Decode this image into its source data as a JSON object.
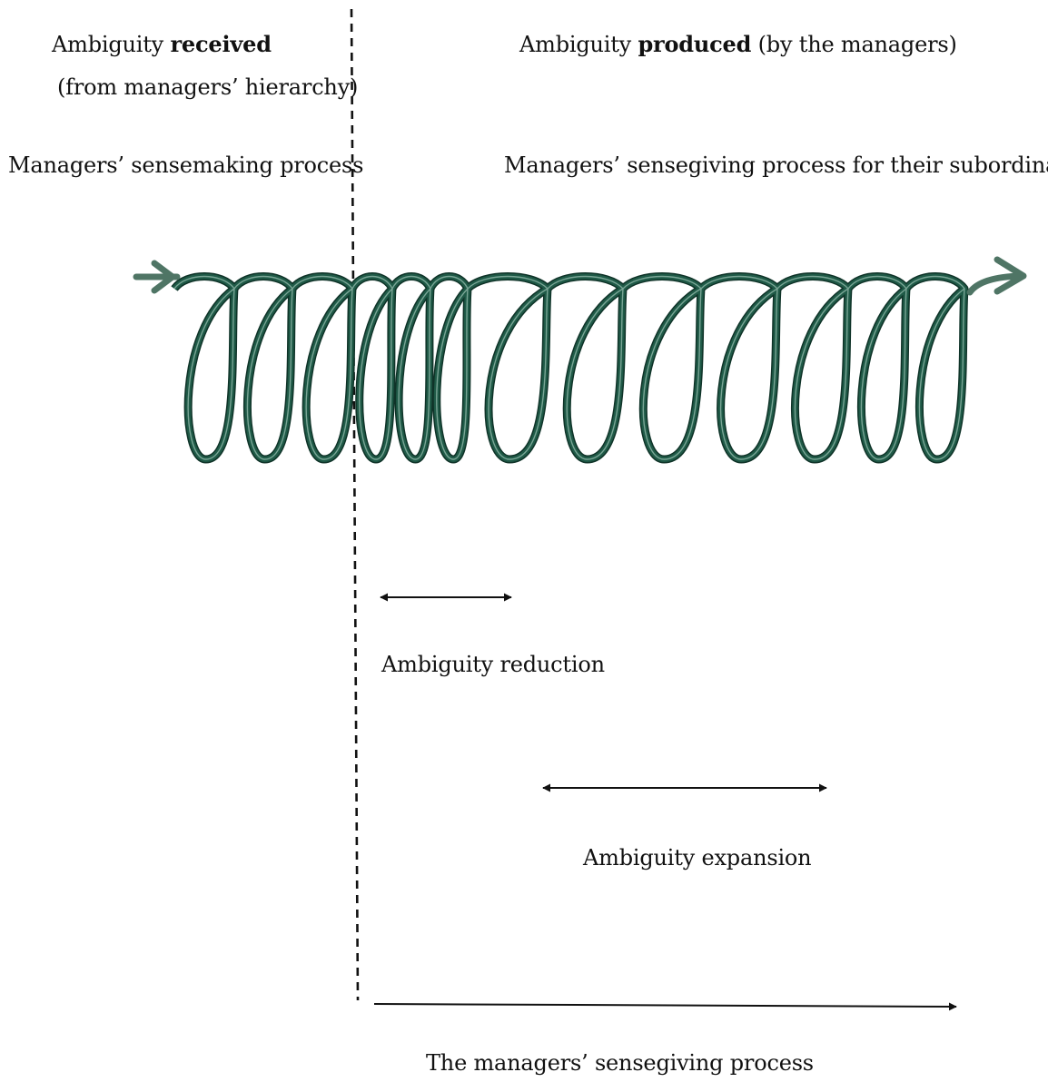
{
  "left_header": {
    "line1_prefix": "Ambiguity ",
    "line1_bold": "received",
    "line2": "(from managers’ hierarchy)",
    "process": "Managers’ sensemaking process"
  },
  "right_header": {
    "line1_prefix": "Ambiguity ",
    "line1_bold": "produced",
    "line1_suffix": " (by the managers)",
    "process": "Managers’ sensegiving process for their subordinates"
  },
  "spiral": {
    "color": "#1f5a47",
    "arrow_color": "#4f7565"
  },
  "labels": {
    "reduction": "Ambiguity reduction",
    "expansion": "Ambiguity expansion",
    "sensegiving": "The managers’ sensegiving process"
  }
}
